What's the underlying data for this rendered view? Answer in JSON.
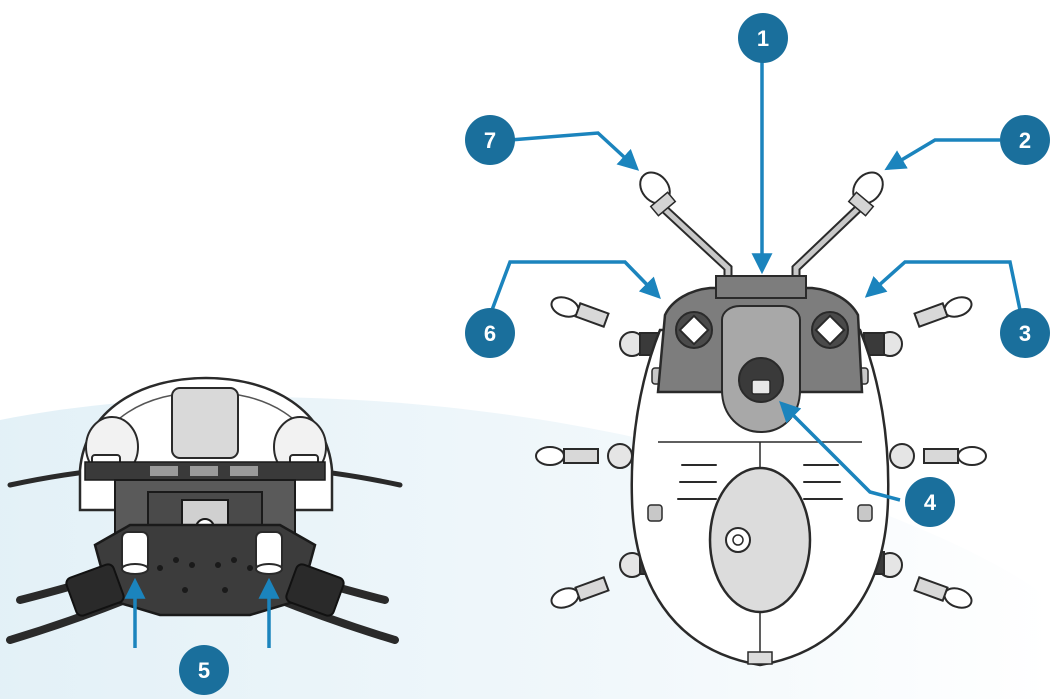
{
  "colors": {
    "accent": "#1a6f9c",
    "leader": "#1b84bd",
    "outline": "#2a2a2a",
    "body_fill": "#ffffff",
    "shell_dark": "#7d7d7d",
    "shell_mid": "#a8a8a8",
    "shell_light": "#d3d3d3",
    "shell_pale": "#e8e8e8",
    "swoosh": "#e4f1f7"
  },
  "callouts": [
    {
      "id": "1",
      "label": "1"
    },
    {
      "id": "2",
      "label": "2"
    },
    {
      "id": "3",
      "label": "3"
    },
    {
      "id": "4",
      "label": "4"
    },
    {
      "id": "5",
      "label": "5"
    },
    {
      "id": "6",
      "label": "6"
    },
    {
      "id": "7",
      "label": "7"
    }
  ]
}
